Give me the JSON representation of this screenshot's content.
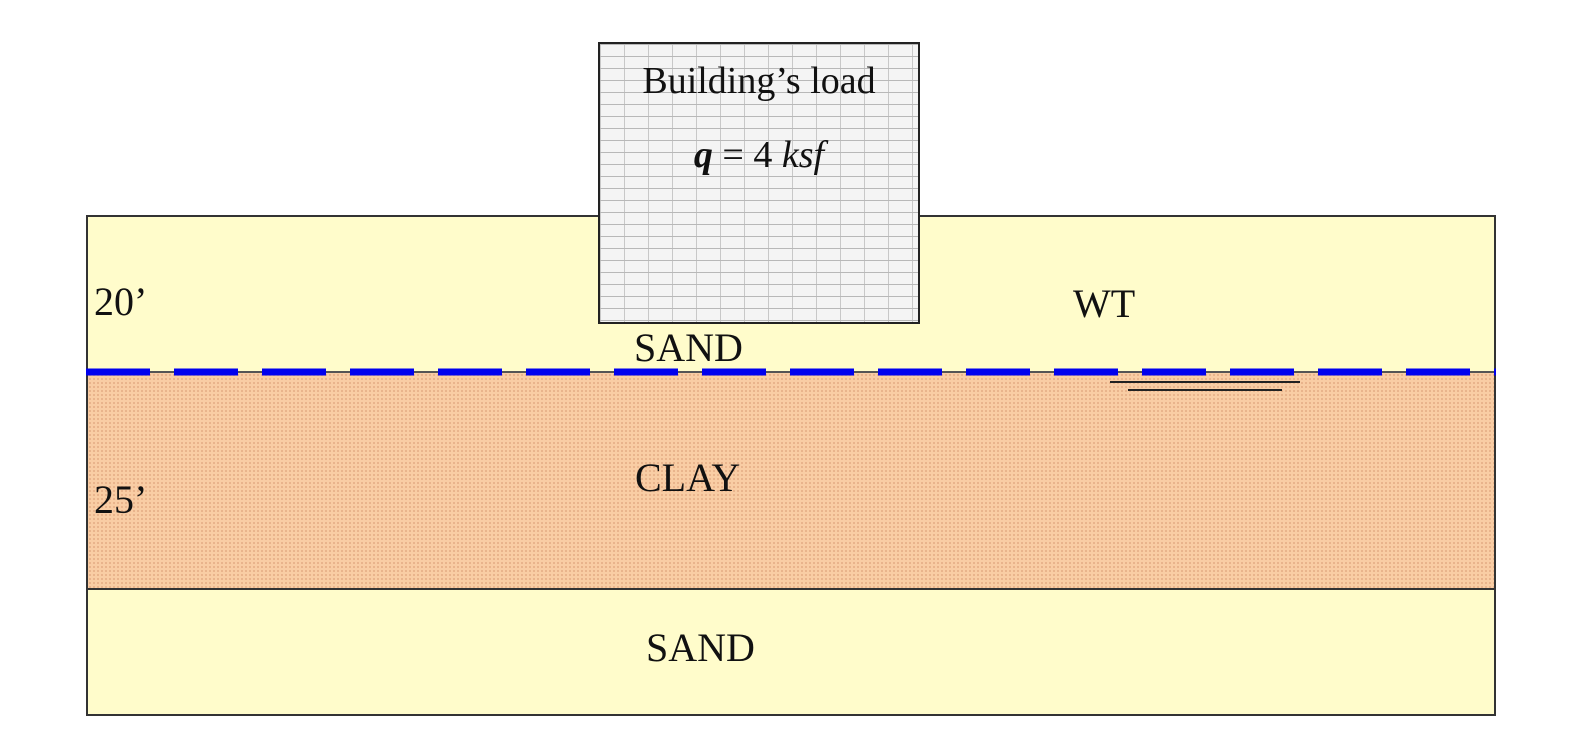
{
  "diagram": {
    "building": {
      "title": "Building’s load",
      "load_symbol": "q",
      "load_equals": " = 4 ",
      "load_unit": "ksf"
    },
    "layers": [
      {
        "name": "SAND",
        "thickness_label": "20’",
        "color": "#FFFCCB"
      },
      {
        "name": "CLAY",
        "thickness_label": "25’",
        "color": "#F9CDA4"
      },
      {
        "name": "SAND",
        "thickness_label": "",
        "color": "#FFFCCB"
      }
    ],
    "water_table": {
      "label": "WT",
      "line_color": "#0000EE"
    },
    "colors": {
      "outline": "#333333",
      "building_fill": "#F4F4F4",
      "brick_lines": "#B8B8B8"
    }
  }
}
